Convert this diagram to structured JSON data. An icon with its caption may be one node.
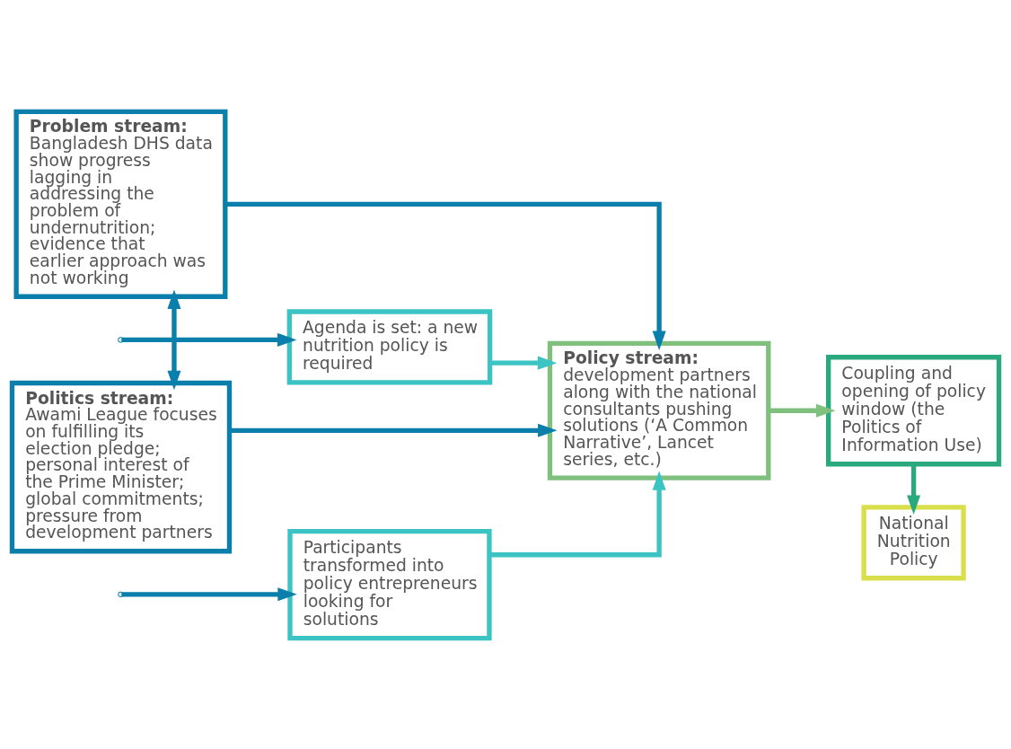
{
  "diagram": {
    "nodes": [
      {
        "text": [
          "Problem stream:",
          "Bangladesh DHS data show progress lagging in addressing the problem of undernutrition; evidence that earlier approach was not working"
        ]
      },
      {
        "text": [
          "Politics stream:",
          "Awami League focuses on fulfilling its election pledge; personal interest of the Prime Minister; global commitments; pressure from development partners"
        ]
      },
      {
        "text": [
          "Agenda is set: a new nutrition policy is required"
        ]
      },
      {
        "text": [
          "Participants transformed into policy entrepreneurs looking for solutions"
        ]
      },
      {
        "text": [
          "Policy stream:",
          "development partners along with the national consultants pushing solutions (‘A Common Narrative’, Lancet series, etc.)"
        ]
      },
      {
        "text": [
          "Coupling and opening of policy window (the Politics of Information Use)"
        ]
      },
      {
        "text": [
          "National Nutrition Policy"
        ]
      }
    ],
    "edges": [
      {
        "from": 0,
        "to": 1,
        "arrow": "both"
      },
      {
        "from": null,
        "to": 2,
        "arrow": "to"
      },
      {
        "from": null,
        "to": 3,
        "arrow": "to"
      },
      {
        "from": 0,
        "to": 4,
        "arrow": "to"
      },
      {
        "from": 1,
        "to": 4,
        "arrow": "to"
      },
      {
        "from": 2,
        "to": 4,
        "arrow": "to",
        "color": "#3cc3c3"
      },
      {
        "from": 3,
        "to": 4,
        "arrow": "to",
        "color": "#3cc3c3"
      },
      {
        "from": 4,
        "to": 5,
        "arrow": "to",
        "color": "#7fc07f"
      },
      {
        "from": 5,
        "to": 6,
        "arrow": "to",
        "color": "#2aa87e"
      }
    ]
  }
}
